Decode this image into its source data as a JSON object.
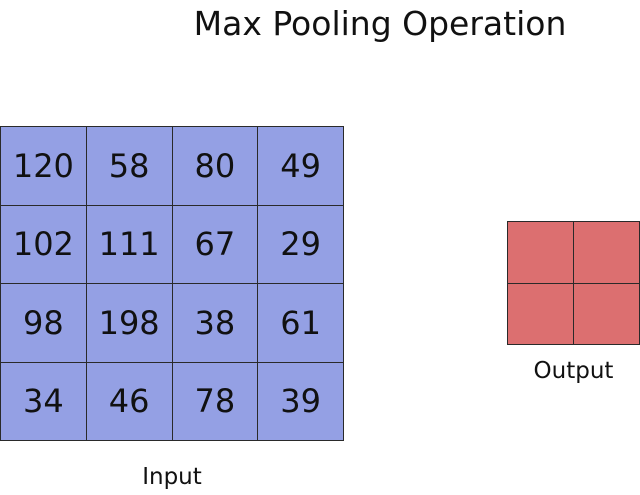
{
  "title": "Max Pooling Operation",
  "input": {
    "label": "Input",
    "color": "#94a0e4",
    "cells": [
      "120",
      "58",
      "80",
      "49",
      "102",
      "111",
      "67",
      "29",
      "98",
      "198",
      "38",
      "61",
      "34",
      "46",
      "78",
      "39"
    ]
  },
  "output": {
    "label": "Output",
    "color": "#dc6f70",
    "cells": [
      "",
      "",
      "",
      ""
    ]
  }
}
